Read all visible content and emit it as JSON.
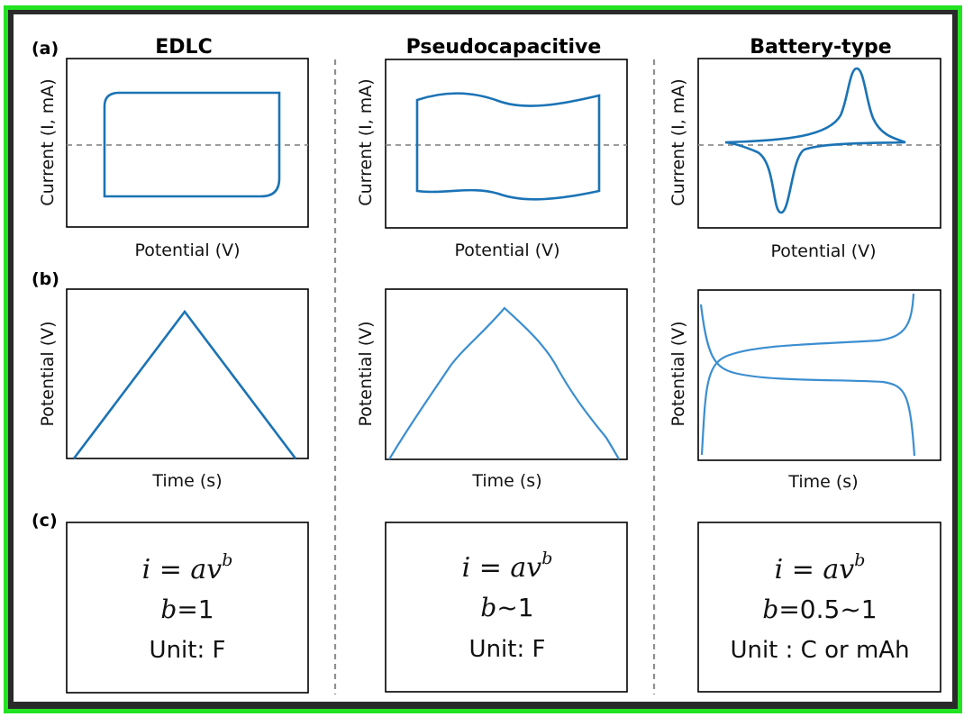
{
  "columns": [
    {
      "title": "EDLC",
      "cv_ylabel": "Current (I, mA)",
      "cv_xlabel": "Potential (V)",
      "gcd_ylabel": "Potential (V)",
      "gcd_xlabel": "Time (s)",
      "eq_lhs": "i = av",
      "eq_exp": "b",
      "b_var": "b",
      "b_value": "=1",
      "unit": "Unit: F"
    },
    {
      "title": "Pseudocapacitive",
      "cv_ylabel": "Current (I, mA)",
      "cv_xlabel": "Potential (V)",
      "gcd_ylabel": "Potential (V)",
      "gcd_xlabel": "Time (s)",
      "eq_lhs": "i = av",
      "eq_exp": "b",
      "b_var": "b",
      "b_value": "~1",
      "unit": "Unit: F"
    },
    {
      "title": "Battery-type",
      "cv_ylabel": "Current (I, mA)",
      "cv_xlabel": "Potential (V)",
      "gcd_ylabel": "Potential (V)",
      "gcd_xlabel": "Time (s)",
      "eq_lhs": "i = av",
      "eq_exp": "b",
      "b_var": "b",
      "b_value": "=0.5~1",
      "unit": "Unit : C or mAh"
    }
  ],
  "panel_labels": {
    "a": "(a)",
    "b": "(b)",
    "c": "(c)"
  },
  "colors": {
    "frame": "#22e322",
    "curve": "#1b73b5",
    "dashes": "#8f8f8f"
  }
}
